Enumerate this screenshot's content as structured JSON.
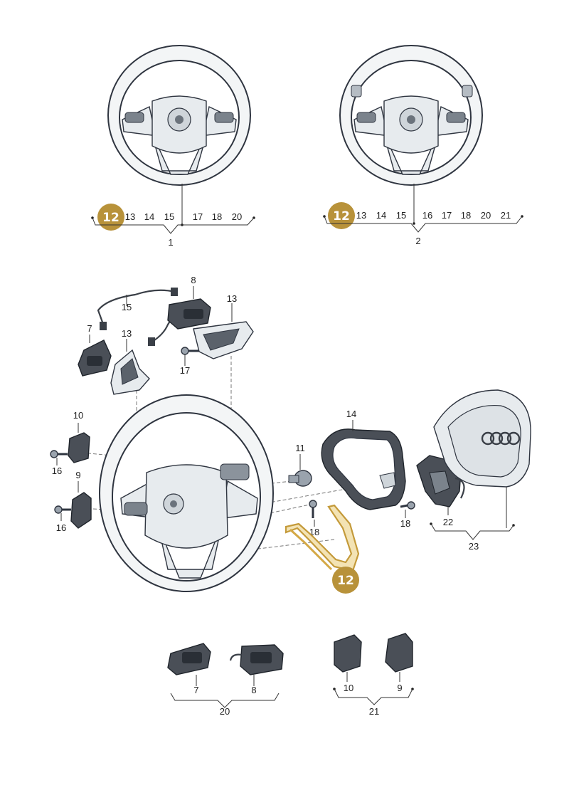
{
  "colors": {
    "highlight_badge": "#b8923a",
    "highlight_part": "#d4a845",
    "line_art": "#2f3540",
    "part_light": "#e7ebee",
    "part_dark": "#4a4f57"
  },
  "overview_1": {
    "badge": "12",
    "callouts": [
      "13",
      "14",
      "15",
      "17",
      "18",
      "20"
    ],
    "group": "1"
  },
  "overview_2": {
    "badge": "12",
    "callouts": [
      "13",
      "14",
      "15",
      "16",
      "17",
      "18",
      "20",
      "21"
    ],
    "group": "2"
  },
  "exploded": {
    "labels": {
      "wiring_harness": "15",
      "right_switch_top": "8",
      "right_cover_top": "13",
      "left_switch": "7",
      "left_cover": "13",
      "screw_top": "17",
      "left_button_upper": "10",
      "screw_left_upper": "16",
      "left_button_lower": "9",
      "screw_left_lower": "16",
      "bolt": "11",
      "trim_frame": "14",
      "screw_center": "18",
      "screw_right": "18",
      "clock_spring": "22",
      "airbag_group": "23"
    },
    "badge": "12"
  },
  "group_20": {
    "left_label": "7",
    "right_label": "8",
    "group": "20"
  },
  "group_21": {
    "left_label": "10",
    "right_label": "9",
    "group": "21"
  }
}
